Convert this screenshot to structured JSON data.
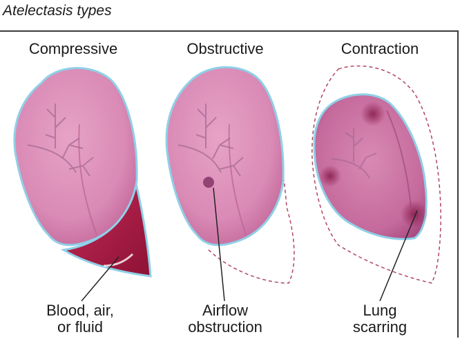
{
  "figure": {
    "title": "Atelectasis types"
  },
  "panels": [
    {
      "title": "Compressive",
      "caption_line1": "Blood, air,",
      "caption_line2": "or fluid"
    },
    {
      "title": "Obstructive",
      "caption_line1": "Airflow",
      "caption_line2": "obstruction"
    },
    {
      "title": "Contraction",
      "caption_line1": "Lung",
      "caption_line2": "scarring"
    }
  ],
  "colors": {
    "lung_fill": "#d989b3",
    "lung_outline": "#8fd0e8",
    "fluid": "#b01e4a",
    "dashed_outline": "#b0455f",
    "scar": "#a0355e"
  }
}
